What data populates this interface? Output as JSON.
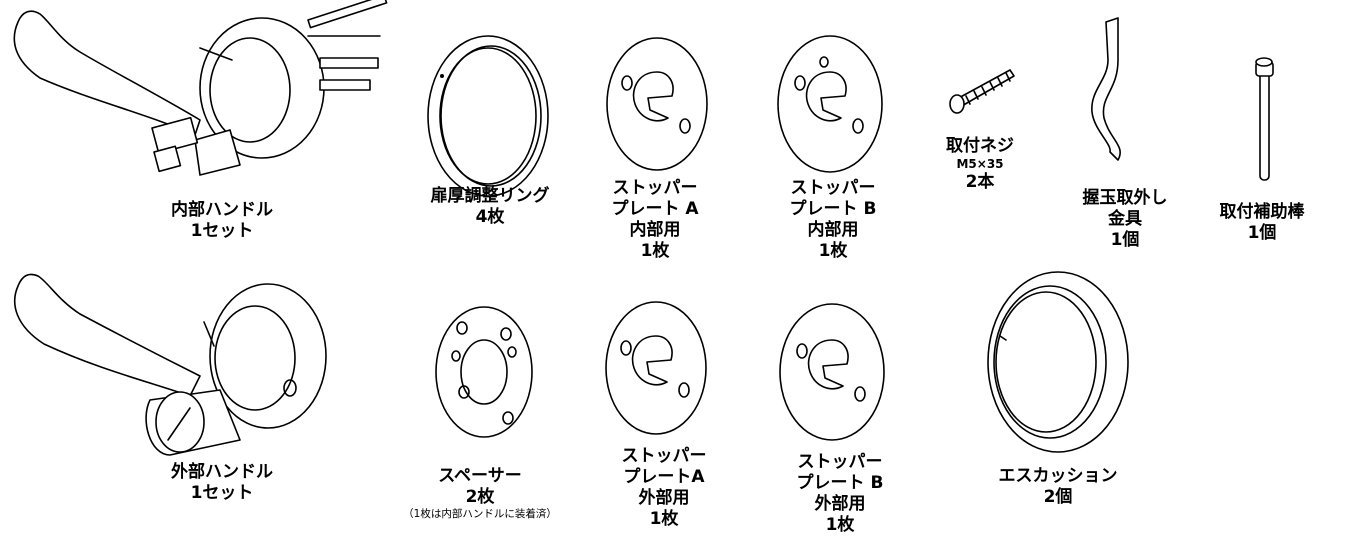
{
  "parts": [
    {
      "id": "inner_handle",
      "lines": [
        "内部ハンドル",
        "1セット"
      ]
    },
    {
      "id": "door_ring",
      "lines": [
        "扉厚調整リング",
        "4枚"
      ]
    },
    {
      "id": "stopper_a_in",
      "lines": [
        "ストッパー",
        "プレート A",
        "内部用",
        "1枚"
      ]
    },
    {
      "id": "stopper_b_in",
      "lines": [
        "ストッパー",
        "プレート B",
        "内部用",
        "1枚"
      ]
    },
    {
      "id": "screw",
      "lines": [
        "取付ネジ",
        "M5×35",
        "2本"
      ]
    },
    {
      "id": "knob_tool",
      "lines": [
        "握玉取外し",
        "金具",
        "1個"
      ]
    },
    {
      "id": "aux_rod",
      "lines": [
        "取付補助棒",
        "1個"
      ]
    },
    {
      "id": "outer_handle",
      "lines": [
        "外部ハンドル",
        "1セット"
      ]
    },
    {
      "id": "spacer",
      "lines": [
        "スペーサー",
        "2枚",
        "（1枚は内部ハンドルに装着済）"
      ]
    },
    {
      "id": "stopper_a_out",
      "lines": [
        "ストッパー",
        "プレートA",
        "外部用",
        "1枚"
      ]
    },
    {
      "id": "stopper_b_out",
      "lines": [
        "ストッパー",
        "プレート B",
        "外部用",
        "1枚"
      ]
    },
    {
      "id": "escutcheon",
      "lines": [
        "エスカッション",
        "2個"
      ]
    }
  ]
}
